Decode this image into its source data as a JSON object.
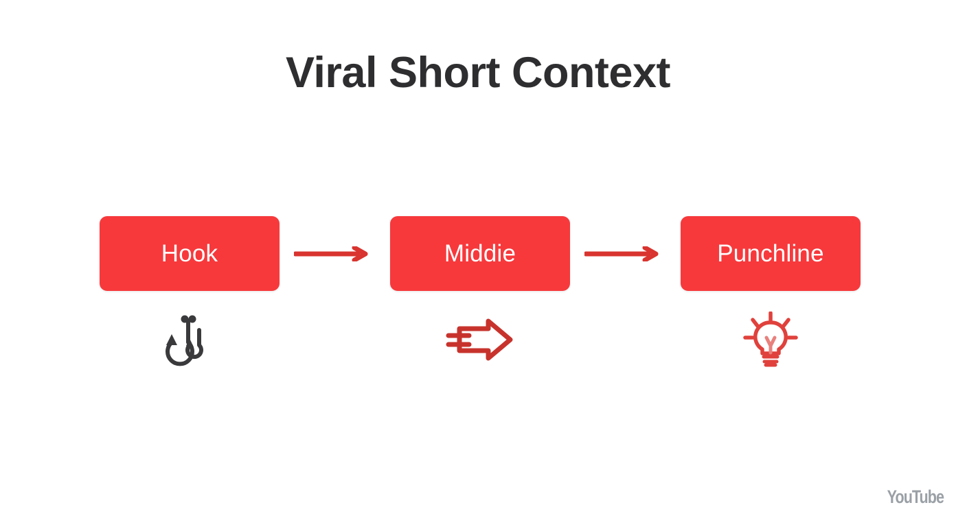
{
  "slide": {
    "title": "Viral Short Context",
    "background_color": "#ffffff",
    "title_color": "#2e2e30",
    "accent_color": "#f7393c",
    "arrow_color": "#d9342f",
    "hook_icon_color": "#3a3a3c",
    "watermark_color": "#9aa0a6"
  },
  "flow": {
    "nodes": [
      {
        "label": "Hook",
        "icon": "fishing-hook-icon"
      },
      {
        "label": "Middie",
        "icon": "fast-forward-arrow-icon"
      },
      {
        "label": "Punchline",
        "icon": "lightbulb-icon"
      }
    ],
    "connectors": [
      {
        "icon": "arrow-right-icon"
      },
      {
        "icon": "arrow-right-icon"
      }
    ]
  },
  "watermark": {
    "text": "YouTube"
  }
}
